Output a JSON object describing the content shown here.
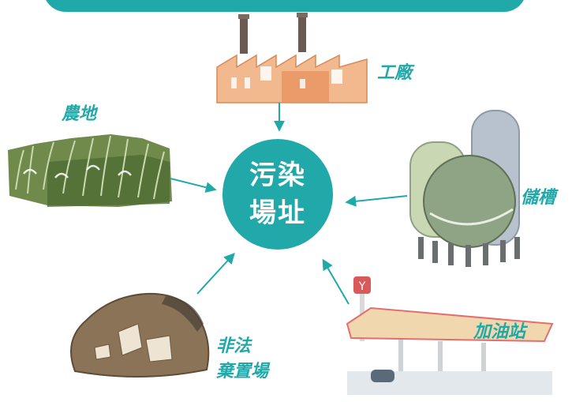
{
  "banner": {
    "title": ""
  },
  "center": {
    "line1": "污染",
    "line2": "場址"
  },
  "sources": {
    "factory": "工廠",
    "farmland": "農地",
    "storage_tank": "儲槽",
    "gas_station": "加油站",
    "illegal_dump_line1": "非法",
    "illegal_dump_line2": "棄置場"
  },
  "colors": {
    "accent": "#21a9aa",
    "label_text": "#21a9aa",
    "center_text": "#ffffff"
  }
}
